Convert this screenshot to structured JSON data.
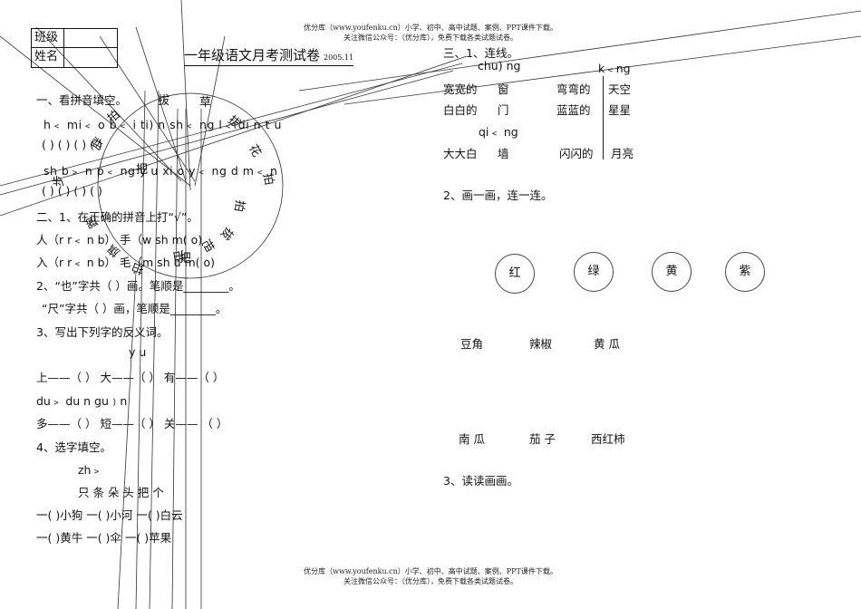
{
  "header": {
    "line1": "优分库（www.youfenku.cn）小学、初中、高中试题、案例、PPT课件下载。",
    "line2": "关注微信公众号：（优分库），免费下载各类试题试卷。"
  },
  "footer": {
    "line1": "优分库（www.youfenku.cn）小学、初中、高中试题、案例、PPT课件下载。",
    "line2": "关注微信公众号：（优分库），免费下载各类试题试卷。"
  },
  "info_box": {
    "class_label": "班级",
    "name_label": "姓名"
  },
  "title": {
    "text": "一年级语文月考测试卷",
    "date": "2005.11"
  },
  "left": {
    "s1_title": "一、看拼音填空。",
    "pinyin_row1": "h﹤ mi﹤ o  b﹤ i ti) n  sh﹤ ng l﹤   di  n t  u",
    "blank_row1": "(     )  (        )  (        )  (        )",
    "pinyin_row2": "sh   b﹥ n  p﹤ ng y  u   xi  o y﹤ ng   d  m﹤ n",
    "blank_row2": "(     )  (        )  (        )  (        )",
    "s2_title": "二、1、在正确的拼音上打“√”。",
    "s2_row1": "人（r    r﹤ n b）     手（w    sh    m( o)",
    "s2_row2": "入（r    r﹤ n b）     毛（m    sh   u m( o)",
    "s2_q2": "2、“也”字共（     ）画。笔顺是________。",
    "s2_q2b": "“尺”字共（     ）画，笔顺是________。",
    "s3_title": "3、写出下列字的反义词。",
    "s3_pinyin1": "y   u",
    "s3_row1": "上——（     ）  大——（     ）  有——（     ）",
    "s3_pinyin2": "du﹥          du  n            gu﹚n",
    "s3_row2": "多——（     ）  短——（     ）  关——  （     ）",
    "s4_title": "4、选字填空。",
    "s4_pinyin": "zh﹥",
    "s4_options": "只  条  朵  头  把  个",
    "s4_row1": "一(     )小狗     一(     )小河        一(     )白云",
    "s4_row2": "一(     )黄牛     一(     )伞         一(     )苹果"
  },
  "wheel": {
    "chars": [
      "拔",
      "草",
      "拔",
      "花",
      "拍",
      "拍",
      "拔",
      "把",
      "拍",
      "拍",
      "旗",
      "跑",
      "步",
      "胖",
      "拍",
      "把",
      "把"
    ]
  },
  "right": {
    "s3_title": "三、1、连线。",
    "pinyin_top_a": "chu) ng",
    "pinyin_top_b": "k﹤ng",
    "row1": {
      "a": "宽宽的",
      "b": "窗",
      "c": "弯弯的",
      "d": "天空"
    },
    "row2": {
      "a": "白白的",
      "b": "门",
      "c": "蓝蓝的",
      "d": "星星"
    },
    "pinyin_mid": "qi﹤ ng",
    "row3": {
      "a": "大大白",
      "b": "墙",
      "c": "闪闪的",
      "d": "月亮"
    },
    "q2_title": "2、画一画，连一连。",
    "colors": [
      "红",
      "绿",
      "黄",
      "紫"
    ],
    "veg_row1": [
      "豆角",
      "辣椒",
      "黄 瓜"
    ],
    "veg_row2": [
      "南 瓜",
      "茄 子",
      "西红柿"
    ],
    "q3_title": "3、读读画画。"
  }
}
